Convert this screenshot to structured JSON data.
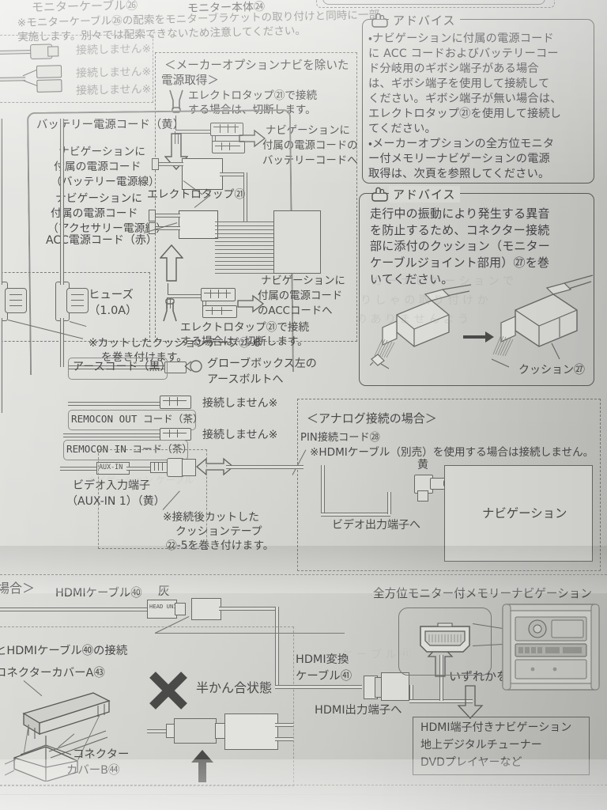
{
  "document": {
    "kind": "car-navigation-installation-manual-page",
    "language": "ja"
  },
  "top_section": {
    "monitor_cable_label": "モニターケーブル㉖",
    "monitor_body_label": "モニター本体㉔",
    "note": "※モニターケーブル㉖の配索をモニターブラケットの取り付けと同時に一部実施します。別々では配索できないため注意してください。",
    "no_connect_1": "接続しません※",
    "no_connect_2": "接続しません※",
    "no_connect_3": "接続しません※"
  },
  "maker_option_panel": {
    "heading_line1": "＜メーカーオプションナビを除いた",
    "heading_line2": "電源取得＞",
    "cut_note_top_line1": "エレクトロタップ㉑で接続",
    "cut_note_top_line2": "する場合は、切断します。",
    "cut_note_bottom_line1": "エレクトロタップ㉑で接続",
    "cut_note_bottom_line2": "する場合は、切断します。"
  },
  "wiring": {
    "battery_cord": "バッテリー電源コード（黄）",
    "nav_power_cord_battery_l1": "ナビゲーションに",
    "nav_power_cord_battery_l2": "付属の電源コード",
    "nav_power_cord_battery_l3": "（バッテリー電源線）",
    "nav_power_cord_acc_l1": "ナビゲーションに",
    "nav_power_cord_acc_l2": "付属の電源コード",
    "nav_power_cord_acc_l3": "（アクセサリー電源線）",
    "acc_cord": "ACC電源コード（赤）",
    "electro_tap": "エレクトロタップ㉑",
    "fuse_label_l1": "ヒューズ",
    "fuse_label_l2": "（1.0A）",
    "cushion_tape_note_l1": "※カットしたクッションテープ㉒-6",
    "cushion_tape_note_l2": "を巻き付けます。",
    "earth_cord": "アースコード（黒）",
    "earth_bolt_l1": "グローブボックス左の",
    "earth_bolt_l2": "アースボルトへ",
    "remocon_out": "REMOCON OUT コード（茶）",
    "remocon_out_note": "接続しません※",
    "remocon_in": "REMOCON IN コード（茶）",
    "remocon_in_note": "接続しません※",
    "aux_in_tag": "AUX-IN",
    "video_in_l1": "ビデオ入力端子",
    "video_in_l2": "（AUX-IN 1）（黄）",
    "aux_cushion_note_l1": "※接続後カットした",
    "aux_cushion_note_l2": "クッションテープ",
    "aux_cushion_note_l3": "㉒-5を巻き付けます。",
    "arrow_nav_battery_l1": "ナビゲーションに",
    "arrow_nav_battery_l2": "付属の電源コードの",
    "arrow_nav_battery_l3": "バッテリーコードへ",
    "arrow_nav_acc_l1": "ナビゲーションに",
    "arrow_nav_acc_l2": "付属の電源コード",
    "arrow_nav_acc_l3": "のACCコードへ"
  },
  "advice_1": {
    "icon": "pointing-hand-icon",
    "title": "アドバイス",
    "bullets": [
      "・ナビゲーションに付属の電源コードに ACC コードおよびバッテリーコード分岐用のギボシ端子がある場合は、ギボシ端子を使用して接続してください。ギボシ端子が無い場合は、エレクトロタップ㉑を使用して接続してください。",
      "・メーカーオプションの全方位モニター付メモリーナビゲーションの電源取得は、次頁を参照してください。"
    ],
    "bullet_lines": [
      "・ナビゲーションに付属の電源コード",
      "  に ACC コードおよびバッテリーコー",
      "  ド分岐用のギボシ端子がある場合",
      "  は、ギボシ端子を使用して接続して",
      "  ください。ギボシ端子が無い場合は、",
      "  エレクトロタップ㉑を使用して接続し",
      "  てください。",
      "・メーカーオプションの全方位モニタ",
      "  ー付メモリーナビゲーションの電源",
      "  取得は、次頁を参照してください。"
    ]
  },
  "advice_2": {
    "icon": "pointing-hand-icon",
    "title": "アドバイス",
    "bullet_lines": [
      "走行中の振動により発生する異音",
      "を防止するため、コネクター接続",
      "部に添付のクッション（モニター",
      "ケーブルジョイント部用）㉗を巻",
      "いてください。"
    ],
    "cushion_label": "クッション㉗"
  },
  "analog_panel": {
    "heading": "＜アナログ接続の場合＞",
    "pin_cord": "PIN接続コード㉘",
    "hdmi_note": "※HDMIケーブル（別売）を使用する場合は接続しません。",
    "yellow_label": "黄",
    "video_out": "ビデオ出力端子へ",
    "nav_box_label": "ナビゲーション"
  },
  "bottom_section": {
    "case_heading": "場合＞",
    "hdmi_cable": "HDMIケーブル㊵",
    "gray_label": "灰",
    "head_unit_tag": "HEAD UNIT",
    "hdmi_connect_note": "とHDMIケーブル㊵の接続",
    "connector_cover_a": "コネクターカバーA㊸",
    "connector_cover_b_l1": "コネクター",
    "connector_cover_b_l2": "カバーB㊹",
    "half_mate_label": "半かん合状態",
    "x_mark": "cross-icon",
    "hdmi_conv_cable_l1": "HDMI変換",
    "hdmi_conv_cable_l2": "ケーブル㊶",
    "hdmi_out": "HDMI出力端子へ",
    "omni_monitor_nav": "全方位モニター付メモリーナビゲーション",
    "connect_either": "いずれかを接続",
    "device_box_l1": "HDMI端子付きナビゲーション",
    "device_box_l2": "地上デジタルチューナー",
    "device_box_l3": "DVDプレイヤーなど"
  },
  "colors": {
    "paper": "#dcdcd8",
    "ink": "#4a4a4a",
    "line": "#6e6e6c",
    "faint": "#7e7e7c"
  }
}
